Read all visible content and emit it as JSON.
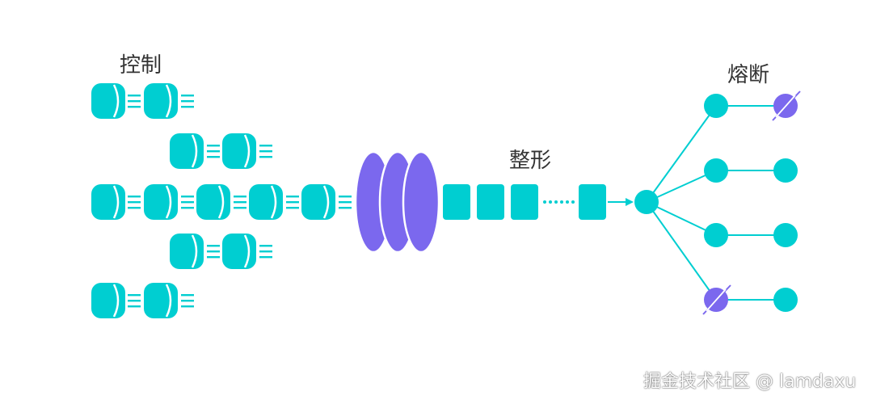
{
  "labels": {
    "control": "控制",
    "shaping": "整形",
    "circuit_break": "熔断"
  },
  "watermark": "掘金技术社区 @ lamdaxu",
  "colors": {
    "primary": "#00CED1",
    "accent": "#7B68EE",
    "text": "#333333",
    "background": "#FFFFFF"
  }
}
